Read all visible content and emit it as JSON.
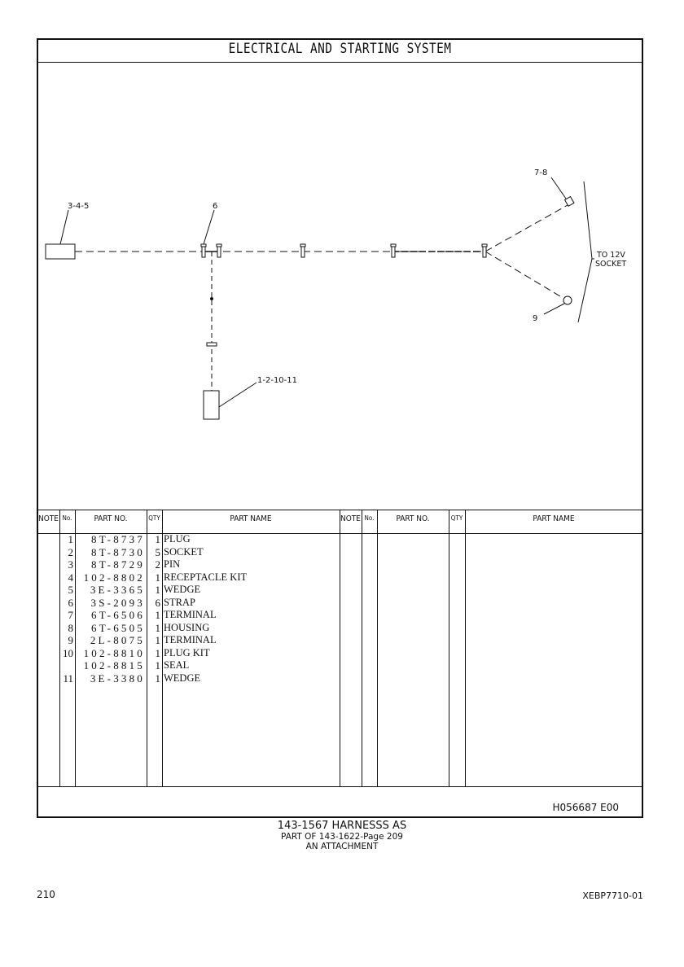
{
  "title": "ELECTRICAL AND STARTING SYSTEM",
  "diagram": {
    "callouts": {
      "c345": "3-4-5",
      "c6": "6",
      "c78": "7-8",
      "c9": "9",
      "c121011": "1-2-10-11"
    },
    "note_line1": "TO 12V",
    "note_line2": "SOCKET"
  },
  "table": {
    "headers": {
      "note": "NOTE",
      "no": "No.",
      "part_no": "PART NO.",
      "qty": "QTY",
      "part_name": "PART NAME"
    },
    "rows": [
      {
        "no": "1",
        "part_no": "8T-8737",
        "qty": "1",
        "name": "PLUG"
      },
      {
        "no": "2",
        "part_no": "8T-8730",
        "qty": "5",
        "name": "SOCKET"
      },
      {
        "no": "3",
        "part_no": "8T-8729",
        "qty": "2",
        "name": "PIN"
      },
      {
        "no": "4",
        "part_no": "102-8802",
        "qty": "1",
        "name": "RECEPTACLE KIT"
      },
      {
        "no": "5",
        "part_no": "3E-3365",
        "qty": "1",
        "name": "WEDGE"
      },
      {
        "no": "6",
        "part_no": "3S-2093",
        "qty": "6",
        "name": "STRAP"
      },
      {
        "no": "7",
        "part_no": "6T-6506",
        "qty": "1",
        "name": "TERMINAL"
      },
      {
        "no": "8",
        "part_no": "6T-6505",
        "qty": "1",
        "name": "HOUSING"
      },
      {
        "no": "9",
        "part_no": "2L-8075",
        "qty": "1",
        "name": "TERMINAL"
      },
      {
        "no": "10",
        "part_no": "102-8810",
        "qty": "1",
        "name": "PLUG KIT"
      },
      {
        "no": "",
        "part_no": "102-8815",
        "qty": "1",
        "name": "SEAL"
      },
      {
        "no": "11",
        "part_no": "3E-3380",
        "qty": "1",
        "name": "WEDGE"
      }
    ]
  },
  "drawing_code": "H056687  E00",
  "caption": {
    "line1": "143-1567 HARNESSS AS",
    "line2": "PART OF 143-1622-Page 209",
    "line3": "AN ATTACHMENT"
  },
  "page_number": "210",
  "doc_code": "XEBP7710-01"
}
